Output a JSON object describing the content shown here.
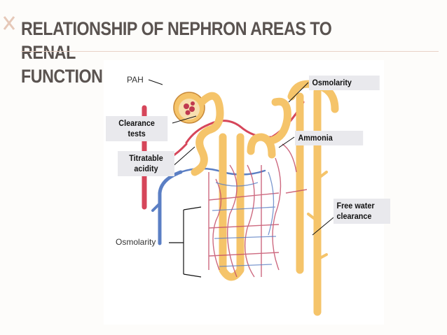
{
  "slide": {
    "title_line1": "RELATIONSHIP OF NEPHRON AREAS TO RENAL",
    "title_line2": "FUNCTION TESTS"
  },
  "labels": {
    "pah": "PAH",
    "clearance_1": "Clearance",
    "clearance_2": "tests",
    "titratable_1": "Titratable",
    "titratable_2": "acidity",
    "osmolarity_loop": "Osmolarity",
    "osmolarity_top": "Osmolarity",
    "ammonia": "Ammonia",
    "free_water_1": "Free water",
    "free_water_2": "clearance"
  },
  "colors": {
    "title": "#5a5350",
    "tubule": "#f5c46a",
    "artery": "#d6465a",
    "vein": "#5b7fc4",
    "label_box": "#e9e9ed"
  }
}
